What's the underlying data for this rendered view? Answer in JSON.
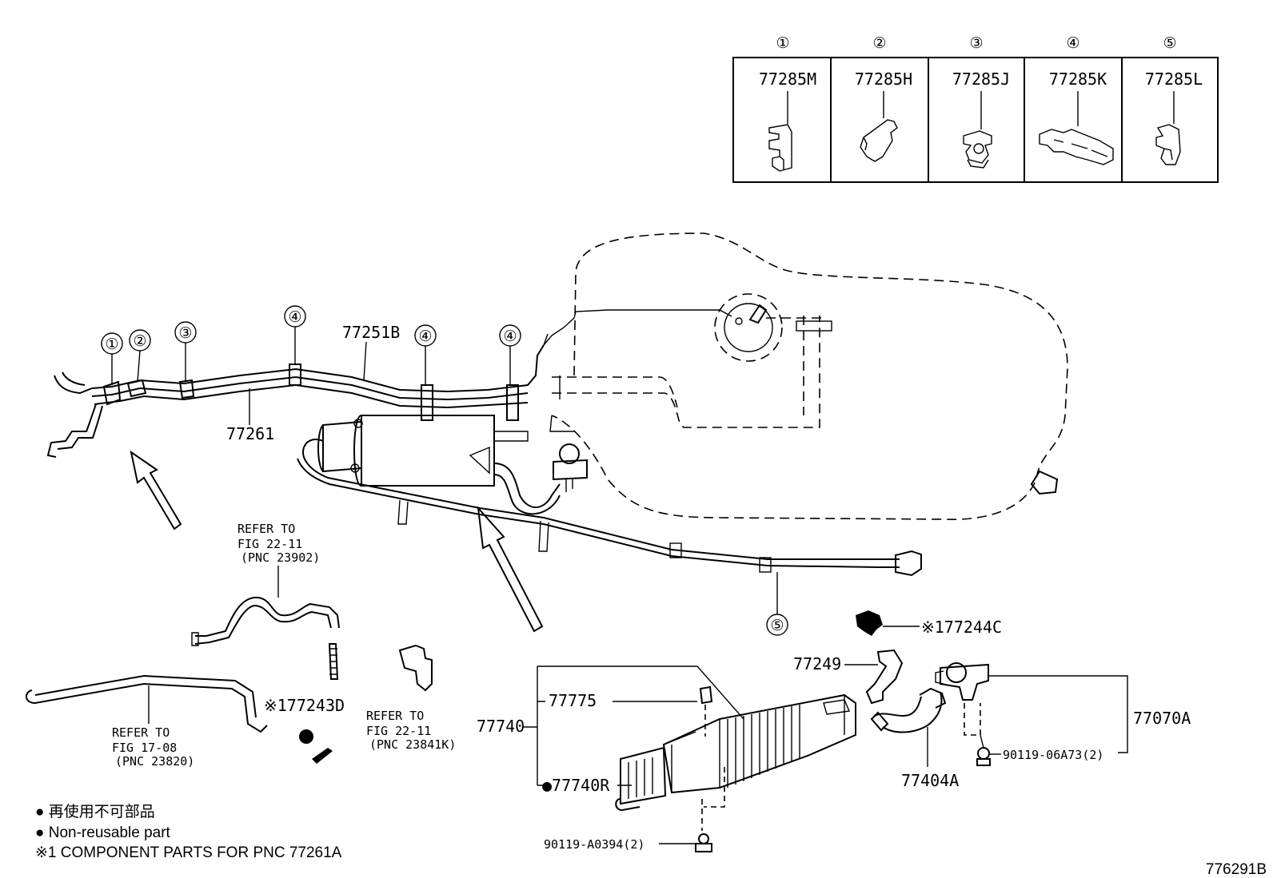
{
  "clip_table": {
    "columns": [
      {
        "circle": "①",
        "part": "77285M",
        "icon": "clip-m-icon"
      },
      {
        "circle": "②",
        "part": "77285H",
        "icon": "clip-h-icon"
      },
      {
        "circle": "③",
        "part": "77285J",
        "icon": "clip-j-icon"
      },
      {
        "circle": "④",
        "part": "77285K",
        "icon": "clip-k-icon"
      },
      {
        "circle": "⑤",
        "part": "77285L",
        "icon": "clip-l-icon"
      }
    ]
  },
  "callouts": {
    "c1": "①",
    "c2": "②",
    "c3": "③",
    "c4a": "④",
    "c4b": "④",
    "c4c": "④",
    "c5": "⑤"
  },
  "parts": {
    "p77251B": "77251B",
    "p77261": "77261",
    "p77244C": "※177244C",
    "p77249": "77249",
    "p77070A": "77070A",
    "p90119_06A73": "90119-06A73(2)",
    "p77404A": "77404A",
    "p77775": "77775",
    "p77740": "77740",
    "p77740R": "●77740R",
    "p90119_A0394": "90119-A0394(2)",
    "p77243D": "※177243D"
  },
  "refs": {
    "r1": {
      "line1": "REFER TO",
      "line2": "FIG 22-11",
      "line3": "(PNC 23902)"
    },
    "r2": {
      "line1": "REFER TO",
      "line2": "FIG 22-11",
      "line3": "(PNC 23841K)"
    },
    "r3": {
      "line1": "REFER TO",
      "line2": "FIG 17-08",
      "line3": "(PNC 23820)"
    }
  },
  "legend": {
    "line1": "● 再使用不可部品",
    "line2": "● Non-reusable part",
    "line3": "※1 COMPONENT PARTS FOR PNC 77261A"
  },
  "figure_id": "776291B"
}
